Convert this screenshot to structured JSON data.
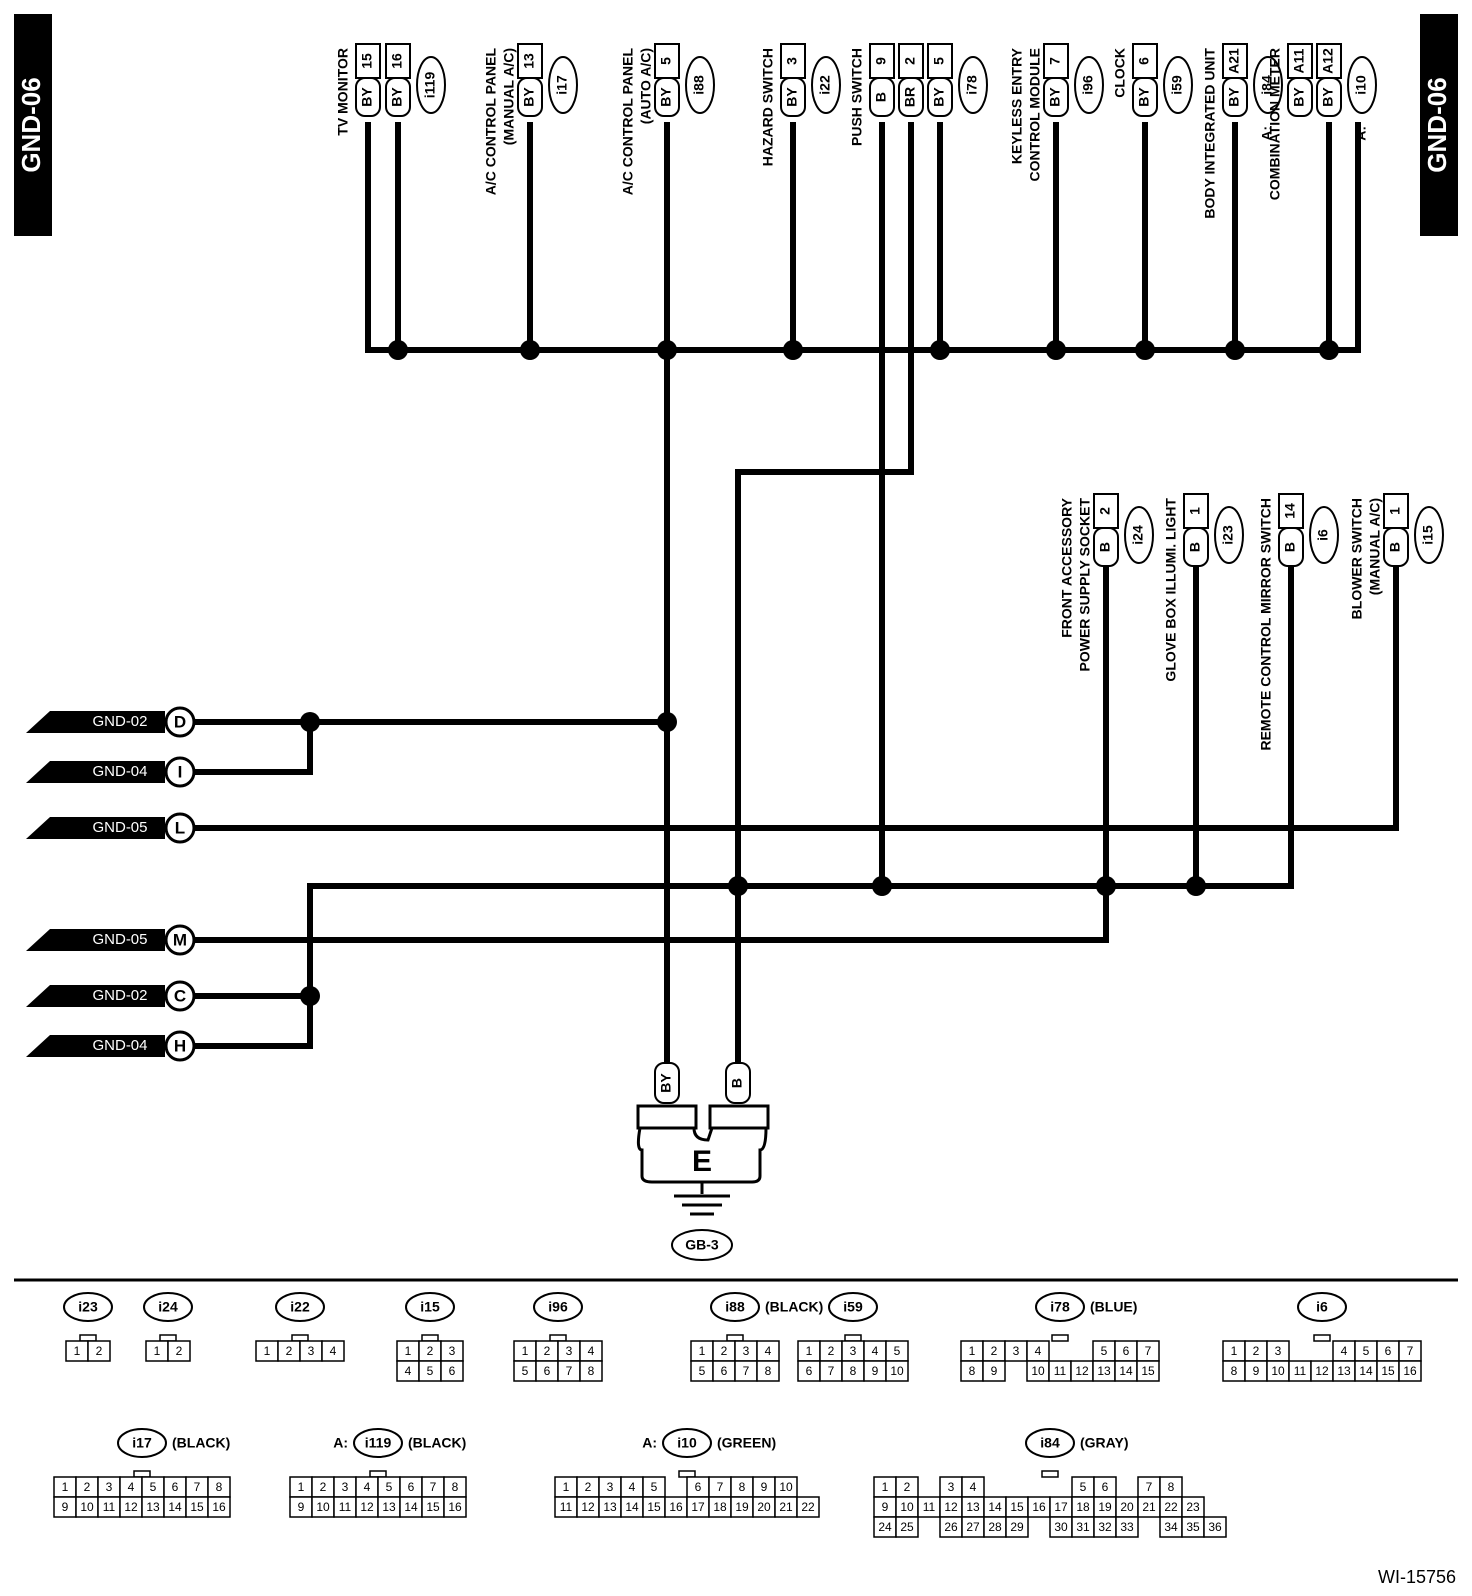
{
  "page_tag": "GND-06",
  "figure_id": "WI-15756",
  "ground": {
    "label": "E",
    "ref": "GB-3",
    "wires": [
      "BY",
      "B"
    ]
  },
  "top_devices": [
    {
      "name": "TV MONITOR",
      "conn": "i119",
      "pins": [
        {
          "pin": "15",
          "color": "BY"
        },
        {
          "pin": "16",
          "color": "BY"
        }
      ]
    },
    {
      "name": "A/C CONTROL PANEL",
      "name2": "(MANUAL A/C)",
      "conn": "i17",
      "pins": [
        {
          "pin": "13",
          "color": "BY"
        }
      ]
    },
    {
      "name": "A/C CONTROL PANEL",
      "name2": "(AUTO A/C)",
      "conn": "i88",
      "pins": [
        {
          "pin": "5",
          "color": "BY"
        }
      ]
    },
    {
      "name": "HAZARD SWITCH",
      "conn": "i22",
      "pins": [
        {
          "pin": "3",
          "color": "BY"
        }
      ]
    },
    {
      "name": "PUSH SWITCH",
      "conn": "i78",
      "pins": [
        {
          "pin": "9",
          "color": "B"
        },
        {
          "pin": "2",
          "color": "BR"
        },
        {
          "pin": "5",
          "color": "BY"
        }
      ]
    },
    {
      "name": "KEYLESS ENTRY",
      "name2": "CONTROL MODULE",
      "conn": "i96",
      "pins": [
        {
          "pin": "7",
          "color": "BY"
        }
      ]
    },
    {
      "name": "CLOCK",
      "conn": "i59",
      "pins": [
        {
          "pin": "6",
          "color": "BY"
        }
      ]
    },
    {
      "name": "BODY INTEGRATED UNIT",
      "prefix": "A:",
      "conn": "i84",
      "pins": [
        {
          "pin": "A21",
          "color": "BY"
        }
      ]
    },
    {
      "name": "COMBINATION METER",
      "prefix": "A:",
      "conn": "i10",
      "pins": [
        {
          "pin": "A11",
          "color": "BY"
        },
        {
          "pin": "A12",
          "color": "BY"
        }
      ]
    }
  ],
  "mid_devices": [
    {
      "name": "FRONT ACCESSORY",
      "name2": "POWER SUPPLY SOCKET",
      "conn": "i24",
      "pin": "2",
      "color": "B"
    },
    {
      "name": "GLOVE BOX ILLUMI. LIGHT",
      "conn": "i23",
      "pin": "1",
      "color": "B"
    },
    {
      "name": "REMOTE CONTROL MIRROR SWITCH",
      "conn": "i6",
      "pin": "14",
      "color": "B"
    },
    {
      "name": "BLOWER SWITCH",
      "name2": "(MANUAL A/C)",
      "conn": "i15",
      "pin": "1",
      "color": "B"
    }
  ],
  "left_refs": [
    {
      "label": "GND-02",
      "letter": "D"
    },
    {
      "label": "GND-04",
      "letter": "I"
    },
    {
      "label": "GND-05",
      "letter": "L"
    },
    {
      "label": "GND-05",
      "letter": "M"
    },
    {
      "label": "GND-02",
      "letter": "C"
    },
    {
      "label": "GND-04",
      "letter": "H"
    }
  ],
  "connector_faces": [
    {
      "id": "i23",
      "rows": [
        [
          "1",
          "2"
        ]
      ]
    },
    {
      "id": "i24",
      "rows": [
        [
          "1",
          "2"
        ]
      ]
    },
    {
      "id": "i22",
      "rows": [
        [
          "1",
          "2",
          "3",
          "4"
        ]
      ]
    },
    {
      "id": "i15",
      "rows": [
        [
          "1",
          "2",
          "3"
        ],
        [
          "4",
          "5",
          "6"
        ]
      ]
    },
    {
      "id": "i96",
      "rows": [
        [
          "1",
          "2",
          "3",
          "4"
        ],
        [
          "5",
          "6",
          "7",
          "8"
        ]
      ]
    },
    {
      "id": "i88",
      "note": "(BLACK)",
      "rows": [
        [
          "1",
          "2",
          "3",
          "4"
        ],
        [
          "5",
          "6",
          "7",
          "8"
        ]
      ]
    },
    {
      "id": "i59",
      "rows": [
        [
          "1",
          "2",
          "3",
          "4",
          "5"
        ],
        [
          "6",
          "7",
          "8",
          "9",
          "10"
        ]
      ]
    },
    {
      "id": "i78",
      "note": "(BLUE)",
      "rows": [
        [
          "1",
          "2",
          "3",
          "4",
          "",
          "",
          "5",
          "6",
          "7"
        ],
        [
          "8",
          "9",
          "",
          "10",
          "11",
          "12",
          "13",
          "14",
          "15"
        ]
      ]
    },
    {
      "id": "i6",
      "rows": [
        [
          "1",
          "2",
          "3",
          "",
          "",
          "4",
          "5",
          "6",
          "7"
        ],
        [
          "8",
          "9",
          "10",
          "11",
          "12",
          "13",
          "14",
          "15",
          "16"
        ]
      ]
    },
    {
      "id": "i17",
      "note": "(BLACK)",
      "rows": [
        [
          "1",
          "2",
          "3",
          "4",
          "5",
          "6",
          "7",
          "8"
        ],
        [
          "9",
          "10",
          "11",
          "12",
          "13",
          "14",
          "15",
          "16"
        ]
      ]
    },
    {
      "id": "i119",
      "prefix": "A:",
      "note": "(BLACK)",
      "rows": [
        [
          "1",
          "2",
          "3",
          "4",
          "5",
          "6",
          "7",
          "8"
        ],
        [
          "9",
          "10",
          "11",
          "12",
          "13",
          "14",
          "15",
          "16"
        ]
      ]
    },
    {
      "id": "i10",
      "prefix": "A:",
      "note": "(GREEN)",
      "rows": [
        [
          "1",
          "2",
          "3",
          "4",
          "5",
          "",
          "6",
          "7",
          "8",
          "9",
          "10"
        ],
        [
          "11",
          "12",
          "13",
          "14",
          "15",
          "16",
          "17",
          "18",
          "19",
          "20",
          "21",
          "22"
        ]
      ]
    },
    {
      "id": "i84",
      "note": "(GRAY)",
      "rows": [
        [
          "1",
          "2",
          "",
          "3",
          "4",
          "",
          "",
          "",
          "",
          "5",
          "6",
          "",
          "7",
          "8"
        ],
        [
          "9",
          "10",
          "11",
          "12",
          "13",
          "14",
          "15",
          "16",
          "17",
          "18",
          "19",
          "20",
          "21",
          "22",
          "23"
        ],
        [
          "24",
          "25",
          "",
          "26",
          "27",
          "28",
          "29",
          "",
          "30",
          "31",
          "32",
          "33",
          "",
          "34",
          "35",
          "36"
        ]
      ]
    }
  ]
}
